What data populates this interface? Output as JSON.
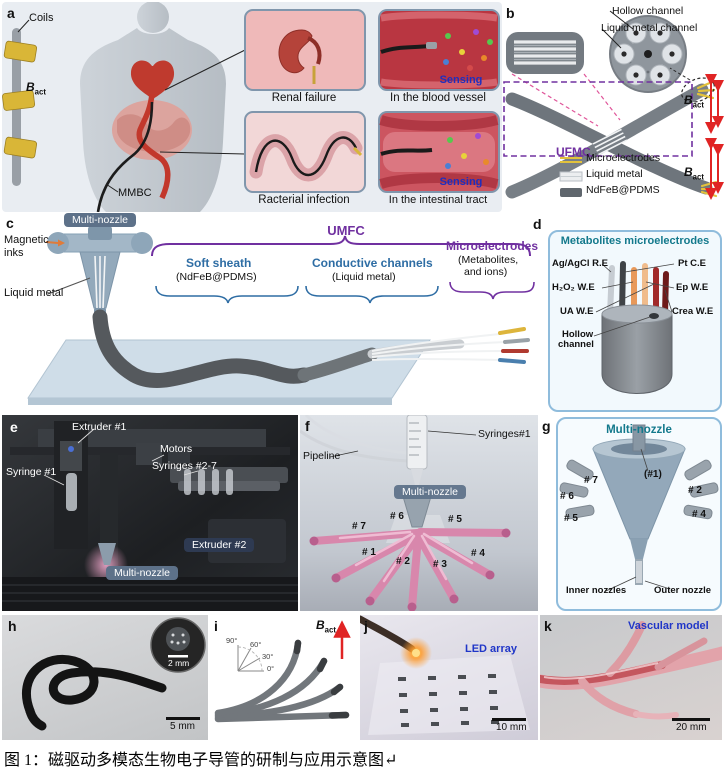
{
  "figure_caption": "图 1：磁驱动多模态生物电子导管的研制与应用示意图↵",
  "sub": {
    "b": "B",
    "act": "act"
  },
  "a": {
    "label": "a",
    "coils": "Coils",
    "mmbc": "MMBC",
    "renal": "Renal failure",
    "vessel": "In the blood vessel",
    "bacterial": "Racterial infection",
    "intestinal": "In the intestinal tract",
    "sensing": "Sensing"
  },
  "b": {
    "label": "b",
    "hollow": "Hollow channel",
    "lm_channel": "Liquid metal channel",
    "ufmc": "UFMC",
    "leg_micro": "Microelectrodes",
    "leg_lm": "Liquid metal",
    "leg_ndfeb": "NdFeB@PDMS"
  },
  "c": {
    "label": "c",
    "multi_nozzle": "Multi-nozzle",
    "magnetic_inks": "Magnetic inks",
    "liquid_metal": "Liquid metal",
    "umfc": "UMFC",
    "soft_sheath": "Soft sheath",
    "soft_sheath_sub": "(NdFeB@PDMS)",
    "conductive": "Conductive channels",
    "conductive_sub": "(Liquid metal)",
    "micro": "Microelectrodes",
    "micro_sub1": "(Metabolites,",
    "micro_sub2": "and ions)"
  },
  "d": {
    "label": "d",
    "title": "Metabolites microelectrodes",
    "agcl": "Ag/AgCl R.E",
    "pt": "Pt C.E",
    "h2o2": "H₂O₂ W.E",
    "ep": "Ep W.E",
    "ua": "UA W.E",
    "crea": "Crea W.E",
    "hollow1": "Hollow",
    "hollow2": "channel"
  },
  "e": {
    "label": "e",
    "extruder1": "Extruder #1",
    "motors": "Motors",
    "syringe1": "Syringe #1",
    "syringes27": "Syringes #2-7",
    "extruder2": "Extruder #2",
    "multi_nozzle": "Multi-nozzle"
  },
  "f": {
    "label": "f",
    "pipeline": "Pipeline",
    "syringes1": "Syringes#1",
    "multi_nozzle": "Multi-nozzle",
    "n1": "# 1",
    "n2": "# 2",
    "n3": "# 3",
    "n4": "# 4",
    "n5": "# 5",
    "n6": "# 6",
    "n7": "# 7"
  },
  "g": {
    "label": "g",
    "title": "Multi-nozzle",
    "n1": "(#1)",
    "n2": "# 2",
    "n4": "# 4",
    "n5": "# 5",
    "n6": "# 6",
    "n7": "# 7",
    "inner": "Inner nozzles",
    "outer": "Outer nozzle"
  },
  "h": {
    "label": "h",
    "scale_inset": "2 mm",
    "scale": "5 mm"
  },
  "i": {
    "label": "i",
    "a90": "90°",
    "a60": "60°",
    "a30": "30°",
    "a0": "0°"
  },
  "j": {
    "label": "j",
    "led": "LED array",
    "scale": "10 mm"
  },
  "k": {
    "label": "k",
    "model": "Vascular model",
    "scale": "20 mm"
  }
}
